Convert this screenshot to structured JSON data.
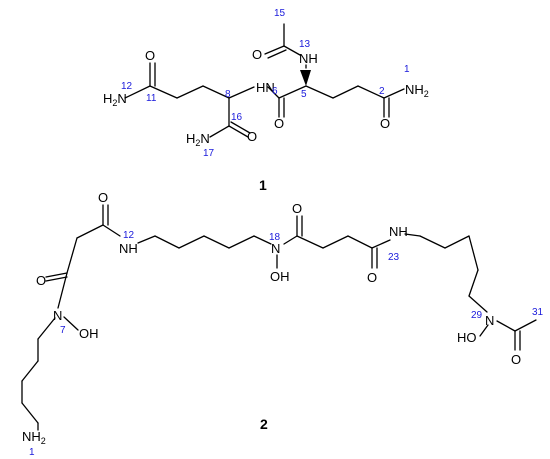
{
  "compound1": {
    "id": "1",
    "atoms": {
      "n12": "H2N",
      "n13": "NH",
      "n1": "NH2",
      "n17": "H2N",
      "nh": "HN",
      "o": "O"
    },
    "locants": [
      "15",
      "13",
      "12",
      "11",
      "8",
      "6",
      "5",
      "2",
      "1",
      "16",
      "17"
    ]
  },
  "compound2": {
    "id": "2",
    "atoms": {
      "nh12": "NH",
      "n18": "N",
      "oh": "OH",
      "ho": "HO",
      "nh23": "NH",
      "n7": "N",
      "n29": "N",
      "nh2": "NH2",
      "o": "O",
      "h": "H"
    },
    "locants": [
      "12",
      "18",
      "23",
      "7",
      "29",
      "31",
      "1"
    ]
  }
}
